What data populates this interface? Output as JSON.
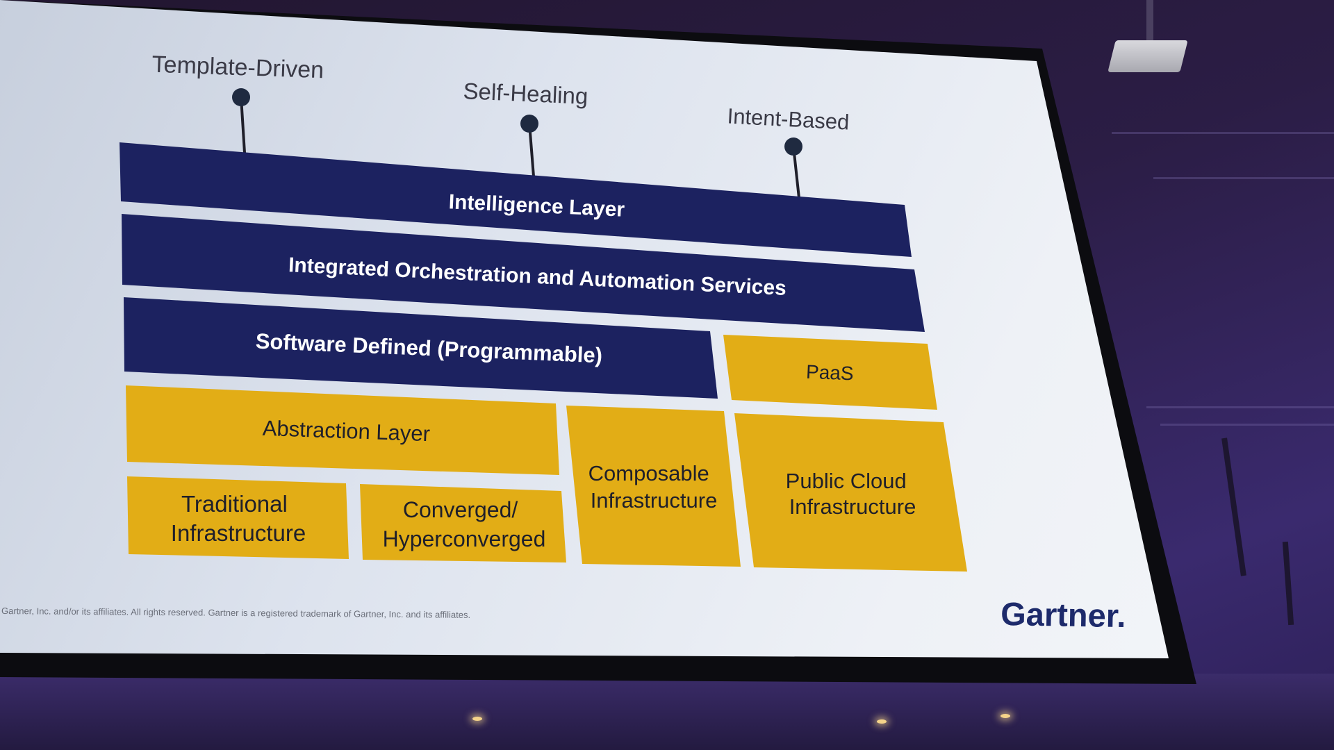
{
  "stems": [
    {
      "label": "Template-Driven"
    },
    {
      "label": "Self-Healing"
    },
    {
      "label": "Intent-Based"
    }
  ],
  "layers": {
    "intelligence": "Intelligence Layer",
    "orchestration": "Integrated Orchestration and Automation Services",
    "software_defined": "Software Defined (Programmable)",
    "paas": "PaaS",
    "abstraction": "Abstraction Layer",
    "traditional": [
      "Traditional",
      "Infrastructure"
    ],
    "converged": [
      "Converged/",
      "Hyperconverged"
    ],
    "composable": [
      "Composable",
      "Infrastructure"
    ],
    "public_cloud": [
      "Public Cloud",
      "Infrastructure"
    ]
  },
  "footer": {
    "copyright": "Gartner, Inc. and/or its affiliates. All rights reserved. Gartner is a registered trademark of Gartner, Inc. and its affiliates.",
    "logo": "Gartner."
  },
  "colors": {
    "navy": "#1c2260",
    "gold": "#e2ad16",
    "slide_background": "#eef1f6"
  }
}
